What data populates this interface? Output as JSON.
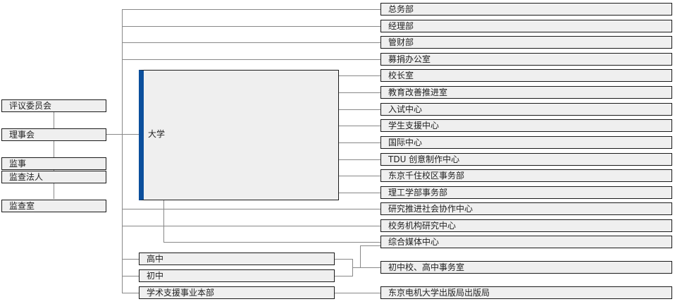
{
  "org_chart": {
    "left_column": {
      "review_committee": "评议委员会",
      "board": "理事会",
      "auditor": "监事",
      "audit_corp": "监查法人",
      "audit_office": "监查室"
    },
    "university": "大学",
    "right_column": {
      "general_affairs": "总务部",
      "management": "经理部",
      "finance": "管财部",
      "fundraising": "募捐办公室",
      "president_office": "校长室",
      "education_reform": "教育改善推进室",
      "admissions": "入试中心",
      "student_support": "学生支援中心",
      "international": "国际中心",
      "tdu_creative": "TDU 创意制作中心",
      "senju_office": "东京千住校区事务部",
      "science_office": "理工学部事务部",
      "research_coop": "研究推进社会协作中心",
      "institution_research": "校务机构研究中心",
      "media_center": "综合媒体中心",
      "jh_office": "初中校、高中事务室",
      "press": "东京电机大学出版局出版局"
    },
    "schools": {
      "high_school": "高中",
      "junior_high": "初中",
      "academic_support": "学术支援事业本部"
    }
  }
}
